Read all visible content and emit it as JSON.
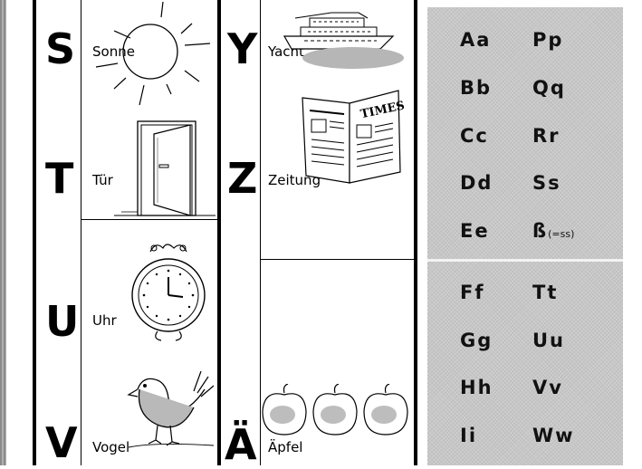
{
  "rows": [
    {
      "letter": "S",
      "word": "Sonne",
      "icon": "sun-icon"
    },
    {
      "letter": "T",
      "word": "Tür",
      "icon": "door-icon"
    },
    {
      "letter": "U",
      "word": "Uhr",
      "icon": "clock-icon"
    },
    {
      "letter": "V",
      "word": "Vogel",
      "icon": "bird-icon"
    },
    {
      "letter": "Y",
      "word": "Yacht",
      "icon": "yacht-icon"
    },
    {
      "letter": "Z",
      "word": "Zeitung",
      "icon": "newspaper-icon"
    },
    {
      "letter": "Ä",
      "word": "Äpfel",
      "icon": "apples-icon"
    }
  ],
  "newspaper_masthead": "TIMES",
  "alphabet": {
    "left": [
      "Aa",
      "Bb",
      "Cc",
      "Dd",
      "Ee",
      "Ff",
      "Gg",
      "Hh",
      "Ii"
    ],
    "right": [
      "Pp",
      "Qq",
      "Rr",
      "Ss",
      "ß",
      "Tt",
      "Uu",
      "Vv",
      "Ww"
    ],
    "eszett_note": "(=ss)"
  },
  "colors": {
    "panel": "#c7c7c7",
    "ink": "#000000"
  }
}
